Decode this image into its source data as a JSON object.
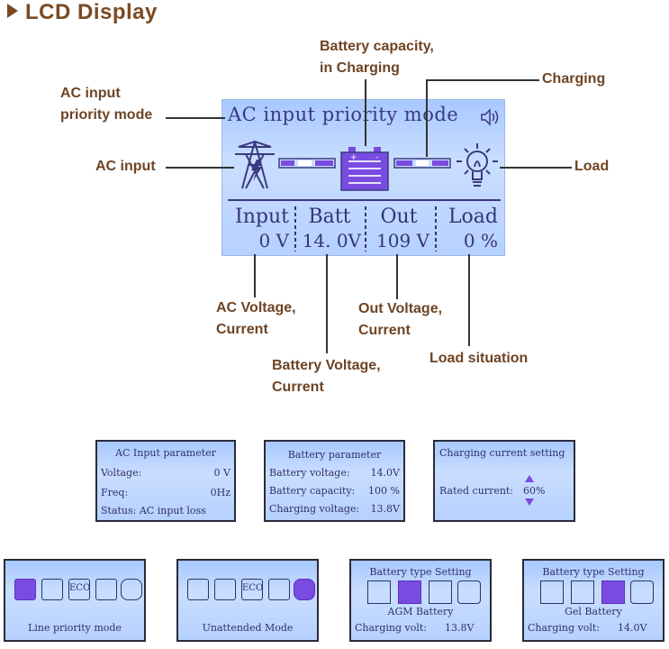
{
  "heading": "LCD Display",
  "callouts": {
    "ac_input_priority_mode_1": "AC input",
    "ac_input_priority_mode_2": "priority mode",
    "battery_capacity_1": "Battery capacity,",
    "battery_capacity_2": "in Charging",
    "charging": "Charging",
    "ac_input": "AC input",
    "load": "Load",
    "ac_voltage_1": "AC Voltage,",
    "ac_voltage_2": "Current",
    "battery_voltage_1": "Battery Voltage,",
    "battery_voltage_2": "Current",
    "out_voltage_1": "Out Voltage,",
    "out_voltage_2": "Current",
    "load_situation": "Load situation"
  },
  "main_lcd": {
    "mode": "AC input priority mode",
    "cells": [
      {
        "label": "Input",
        "value": "0 V"
      },
      {
        "label": "Batt",
        "value": "14. 0V"
      },
      {
        "label": "Out",
        "value": "109 V"
      },
      {
        "label": "Load",
        "value": "0 %"
      }
    ]
  },
  "ac_input_parameter": {
    "title": "AC Input parameter",
    "rows": [
      {
        "label": "Voltage:",
        "value": "0 V"
      },
      {
        "label": "Freq:",
        "value": "0Hz"
      },
      {
        "label": "Status: AC input loss",
        "value": ""
      }
    ]
  },
  "battery_parameter": {
    "title": "Battery parameter",
    "rows": [
      {
        "label": "Battery voltage:",
        "value": "14.0V"
      },
      {
        "label": "Battery capacity:",
        "value": "100 %"
      },
      {
        "label": "Charging voltage:",
        "value": "13.8V"
      }
    ]
  },
  "charging_setting": {
    "title": "Charging current setting",
    "label": "Rated current:",
    "value": "60%"
  },
  "line_priority": {
    "icon_text": "ECO",
    "caption": "Line priority mode"
  },
  "unattended": {
    "icon_text": "ECO",
    "caption": "Unattended Mode"
  },
  "agm": {
    "title": "Battery type Setting",
    "type": "AGM Battery",
    "label": "Charging volt:",
    "value": "13.8V"
  },
  "gel": {
    "title": "Battery type Setting",
    "type": "Gel Battery",
    "label": "Charging volt:",
    "value": "14.0V"
  }
}
